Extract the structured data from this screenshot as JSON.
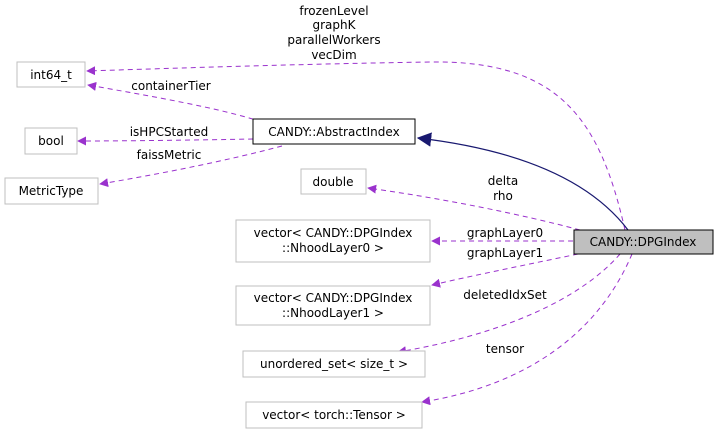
{
  "nodes": {
    "int64": {
      "label": "int64_t"
    },
    "bool": {
      "label": "bool"
    },
    "metrictype": {
      "label": "MetricType"
    },
    "abstractindex": {
      "label": "CANDY::AbstractIndex"
    },
    "double": {
      "label": "double"
    },
    "vec0": {
      "line1": "vector< CANDY::DPGIndex",
      "line2": "::NhoodLayer0 >"
    },
    "vec1": {
      "line1": "vector< CANDY::DPGIndex",
      "line2": "::NhoodLayer1 >"
    },
    "uset": {
      "label": "unordered_set< size_t >"
    },
    "vtensor": {
      "label": "vector< torch::Tensor >"
    },
    "dpgindex": {
      "label": "CANDY::DPGIndex"
    }
  },
  "edge_labels": {
    "frozen_group": [
      "frozenLevel",
      "graphK",
      "parallelWorkers",
      "vecDim"
    ],
    "container_tier": "containerTier",
    "is_hpc_started": "isHPCStarted",
    "faiss_metric": "faissMetric",
    "delta_rho": [
      "delta",
      "rho"
    ],
    "graph_layer0": "graphLayer0",
    "graph_layer1": "graphLayer1",
    "deleted_idx_set": "deletedIdxSet",
    "tensor": "tensor"
  },
  "colors": {
    "member_edge": "#9a32cd",
    "inherit_edge": "#191970",
    "highlight_fill": "#bfbfbf",
    "node_border_light": "#bfbfbf",
    "node_border_dark": "#000000"
  }
}
